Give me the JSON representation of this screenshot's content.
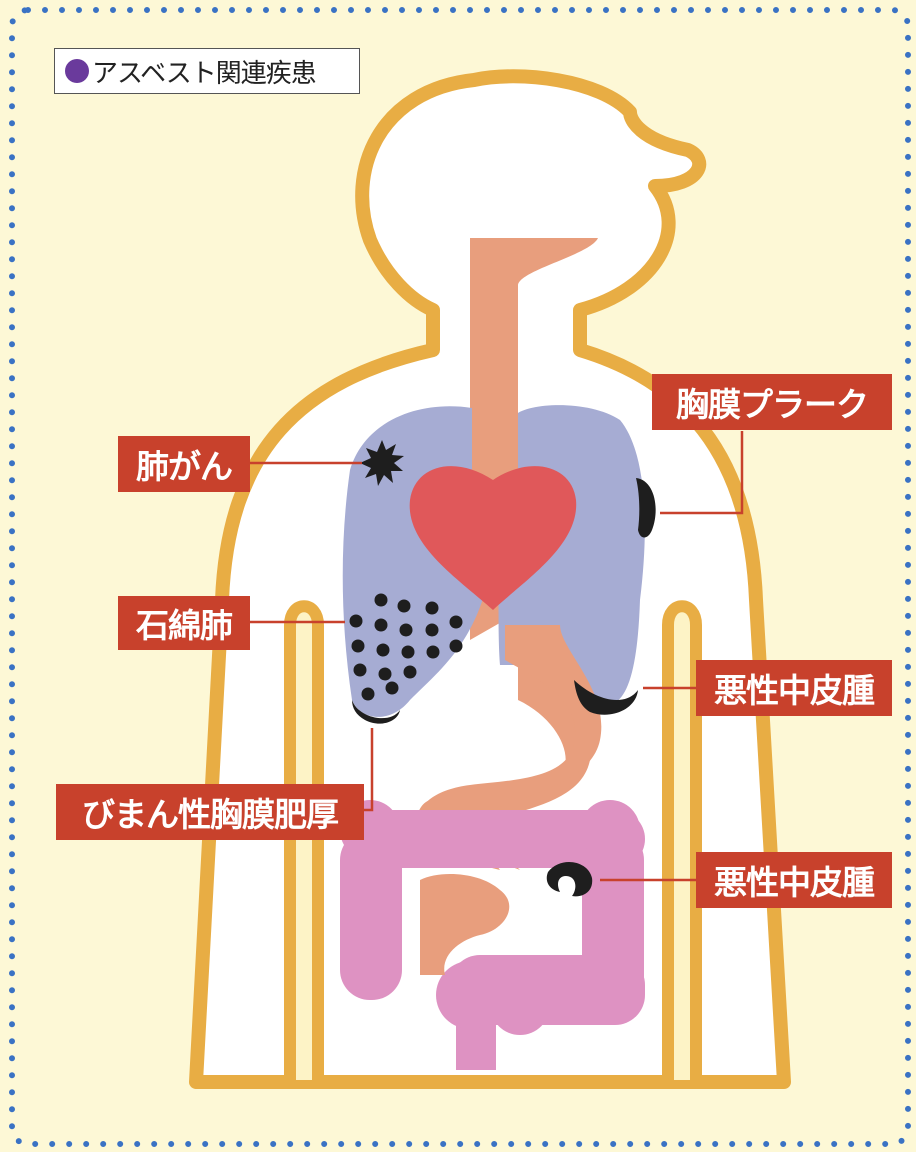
{
  "title": "アスベスト関連疾患",
  "labels": {
    "lung_cancer": "肺がん",
    "asbestosis": "石綿肺",
    "diffuse_pleural_thickening": "びまん性胸膜肥厚",
    "pleural_plaque": "胸膜プラーク",
    "mesothelioma_pleura": "悪性中皮腫",
    "mesothelioma_peritoneum": "悪性中皮腫"
  },
  "colors": {
    "background": "#fdf8d6",
    "border_dots": "#3a72c4",
    "body_outline": "#e8ad44",
    "lungs": "#a6acd3",
    "heart": "#e0585a",
    "digestive_tract": "#e89e7d",
    "intestine": "#de92c2",
    "lesion": "#1e1e1e",
    "label_fill": "#c8412c",
    "title_dot": "#6a3a9c"
  }
}
